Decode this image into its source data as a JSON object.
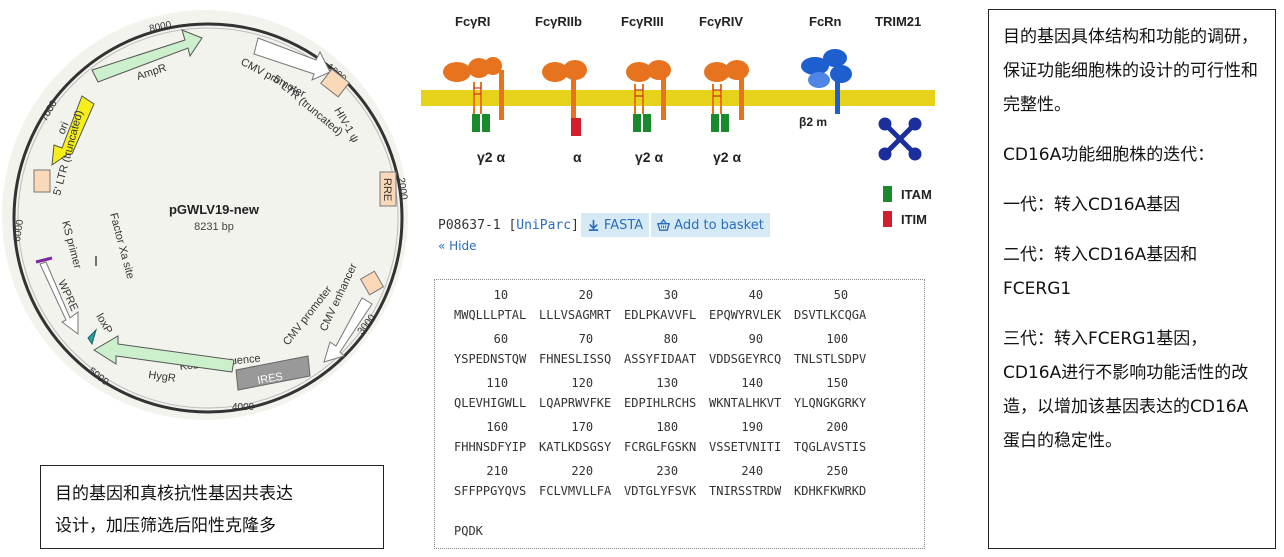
{
  "plasmid": {
    "name": "pGWLV19-new",
    "size": "8231 bp",
    "features": {
      "ampr": "AmpR",
      "ori": "ori",
      "ltr5": "5' LTR (truncated)",
      "cmv_promoter_top": "CMV promoter",
      "ltr5_top": "5' LTR (truncated)",
      "hiv": "HIV-1 ψ",
      "rre": "RRE",
      "cmv_enhancer": "CMV enhancer",
      "cmv_promoter_bottom": "CMV promoter",
      "kozak": "Kozak sequence",
      "ires": "IRES",
      "hygr": "HygR",
      "loxp": "loxP",
      "wpre": "WPRE",
      "ks_primer": "KS primer",
      "factor_xa": "Factor Xa site"
    },
    "ticks": [
      "1000",
      "2000",
      "3000",
      "4000",
      "5000",
      "6000",
      "7000",
      "8000"
    ]
  },
  "caption_left": {
    "line1": "目的基因和真核抗性基因共表达",
    "line2": "设计，加压筛选后阳性克隆多"
  },
  "receptors": {
    "names": [
      "FcγRI",
      "FcγRIIb",
      "FcγRIII",
      "FcγRIV",
      "FcRn",
      "TRIM21"
    ],
    "subunits": [
      "γ2  α",
      "α",
      "γ2  α",
      "γ2  α"
    ],
    "b2m": "β2 m",
    "legend": [
      {
        "label": "ITAM",
        "color": "#1a8a2e"
      },
      {
        "label": "ITIM",
        "color": "#d11f2e"
      }
    ],
    "colors": {
      "membrane": "#e6d21a",
      "receptor": "#e8731e",
      "fcrn": "#1e5fd0",
      "trim21": "#1b2f9c"
    }
  },
  "uniprot": {
    "accession": "P08637-1 [",
    "uniparc": "UniParc",
    "close": "]",
    "fasta_label": "FASTA",
    "basket_label": "Add to basket",
    "hide_label": "« Hide"
  },
  "sequence": {
    "rows": [
      {
        "nums": [
          "10",
          "20",
          "30",
          "40",
          "50"
        ],
        "blocks": [
          "MWQLLLPTAL",
          "LLLVSAGMRT",
          "EDLPKAVVFL",
          "EPQWYRVLEK",
          "DSVTLKCQGA"
        ]
      },
      {
        "nums": [
          "60",
          "70",
          "80",
          "90",
          "100"
        ],
        "blocks": [
          "YSPEDNSTQW",
          "FHNESLISSQ",
          "ASSYFIDAAT",
          "VDDSGEYRCQ",
          "TNLSTLSDPV"
        ]
      },
      {
        "nums": [
          "110",
          "120",
          "130",
          "140",
          "150"
        ],
        "blocks": [
          "QLEVHIGWLL",
          "LQAPRWVFKE",
          "EDPIHLRCHS",
          "WKNTALHKVT",
          "YLQNGKGRKY"
        ]
      },
      {
        "nums": [
          "160",
          "170",
          "180",
          "190",
          "200"
        ],
        "blocks": [
          "FHHNSDFYIP",
          "KATLKDSGSY",
          "FCRGLFGSKN",
          "VSSETVNITI",
          "TQGLAVSTIS"
        ]
      },
      {
        "nums": [
          "210",
          "220",
          "230",
          "240",
          "250"
        ],
        "blocks": [
          "SFFPPGYQVS",
          "FCLVMVLLFA",
          "VDTGLYFSVK",
          "TNIRSSTRDW",
          "KDHKFKWRKD"
        ]
      }
    ],
    "tail": "PQDK"
  },
  "caption_right": {
    "p1": "目的基因具体结构和功能的调研，保证功能细胞株的设计的可行性和完整性。",
    "p2": "CD16A功能细胞株的迭代：",
    "p3": "一代：转入CD16A基因",
    "p4": "二代：转入CD16A基因和FCERG1",
    "p5": "三代：转入FCERG1基因，CD16A进行不影响功能活性的改造，以增加该基因表达的CD16A蛋白的稳定性。"
  }
}
